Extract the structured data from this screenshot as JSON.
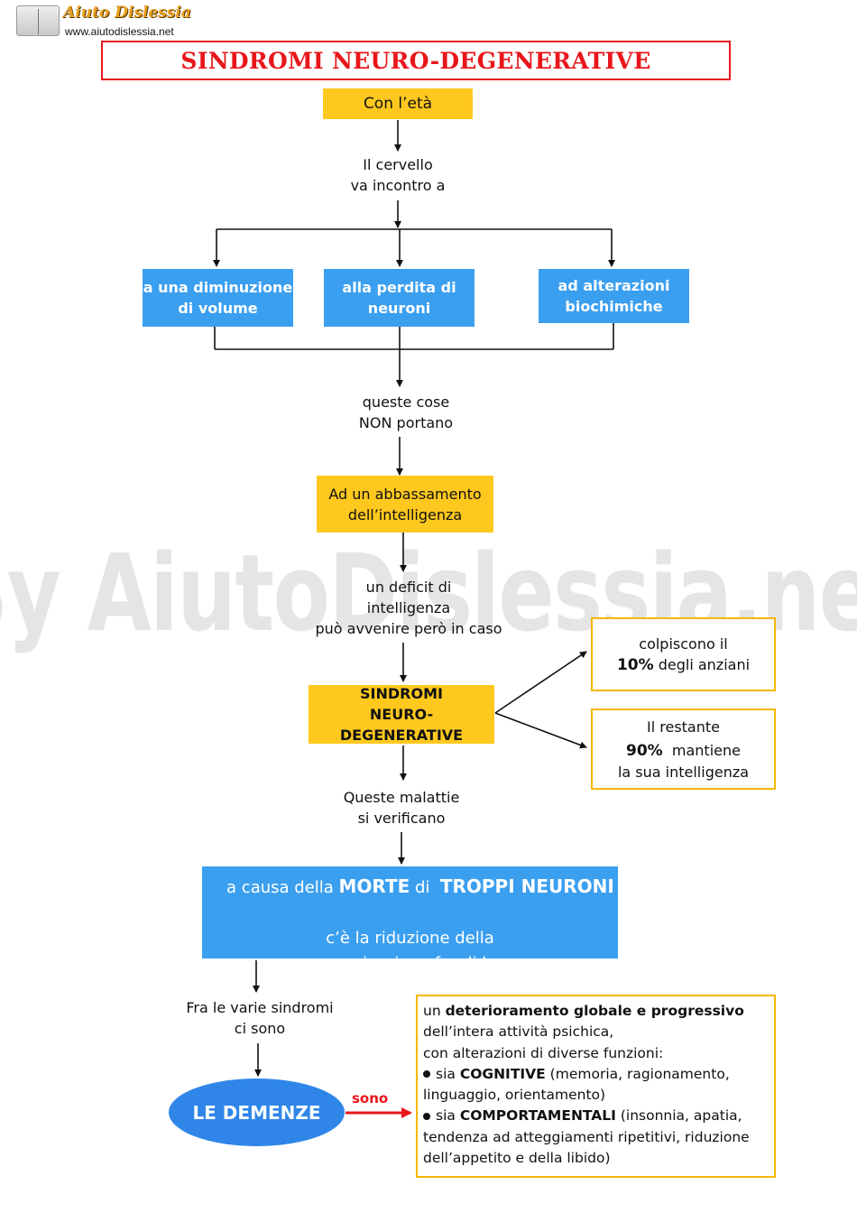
{
  "logo": {
    "title": "Aiuto Dislessia",
    "url": "www.aiutodislessia.net"
  },
  "title": "SINDROMI  NEURO-DEGENERATIVE",
  "watermark": "By AiutoDislessia.net",
  "nodes": {
    "start": "Con l’età",
    "step1": [
      "Il cervello",
      "va incontro a"
    ],
    "branch_volume": [
      "a una diminuzione",
      "di volume"
    ],
    "branch_neurons": [
      "alla perdita di",
      "neuroni"
    ],
    "branch_biochem": [
      "ad alterazioni",
      "biochimiche"
    ],
    "step2": [
      "queste cose",
      "NON portano"
    ],
    "result1": [
      "Ad un abbassamento",
      "dell’intelligenza"
    ],
    "step3": [
      "un deficit di",
      "intelligenza",
      "può avvenire però in caso"
    ],
    "syndromes": [
      "SINDROMI",
      "NEURO-DEGENERATIVE"
    ],
    "stat1": {
      "pre": "colpiscono il",
      "pct": "10%",
      "post": " degli anziani"
    },
    "stat2": {
      "pre": "Il restante",
      "pct": "90%",
      "mid": "  mantiene",
      "post": "la sua intelligenza"
    },
    "step4": [
      "Queste malattie",
      "si verificano"
    ],
    "cause": {
      "a": "a causa della ",
      "morte": "MORTE",
      "di": " di  ",
      "troppi": "TROPPI NEURONI",
      "line2": "c’è la riduzione della",
      "line3": "comunicazione fra di loro"
    },
    "step5": [
      "Fra le varie sindromi",
      "ci sono"
    ],
    "dementia": "LE DEMENZE",
    "arrow_label": "sono",
    "definition": {
      "l1_a": "un ",
      "l1_b": "deterioramento globale e progressivo",
      "l2": "dell’intera attività psichica,",
      "l3": "con alterazioni di diverse funzioni:",
      "l4_a": "sia ",
      "l4_b": "COGNITIVE",
      "l4_c": " (memoria, ragionamento,",
      "l5": "linguaggio, orientamento)",
      "l6_a": "sia ",
      "l6_b": "COMPORTAMENTALI",
      "l6_c": " (insonnia, apatia,",
      "l7": "tendenza ad atteggiamenti ripetitivi, riduzione",
      "l8": "dell’appetito e della libido)"
    }
  },
  "colors": {
    "yellow": "#ffc81e",
    "blue": "#3b9ff0",
    "red": "#e8161b",
    "ellipse_blue": "#2f86e8"
  }
}
